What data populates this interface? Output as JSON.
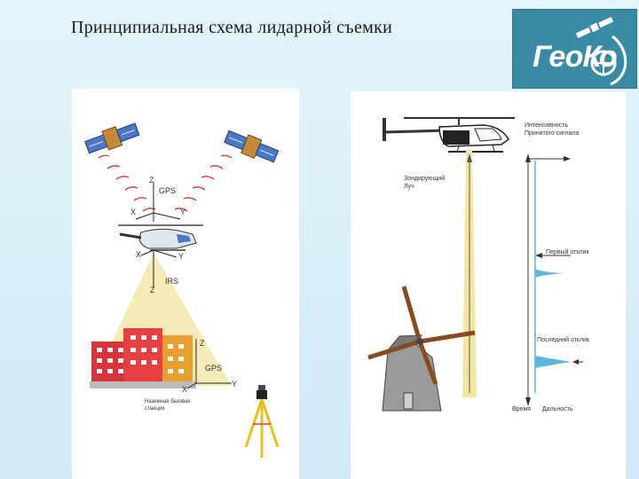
{
  "title": "Принципиальная схема  лидарной съемки",
  "logo": {
    "text": "ГеоКо",
    "icon": "satellite-globe-icon",
    "bg_color": "#3a8aa5"
  },
  "left_diagram": {
    "gps_top": "GPS",
    "axis_z1": "Z",
    "axis_x1": "X",
    "axis_y1": "Y",
    "axis_x2": "X",
    "axis_y2": "Y",
    "irs": "IRS",
    "axis_z2": "Z",
    "axis_z3": "Z",
    "gps_ground": "GPS",
    "axis_x3": "X",
    "axis_y3": "Y",
    "base_station_line1": "Наземная базовая",
    "base_station_line2": "станция",
    "beam_color": "#f5e9b0"
  },
  "right_diagram": {
    "intensity_line1": "Интенсивность",
    "intensity_line2": "Принятого сигнала",
    "probe_line1": "Зондирующий",
    "probe_line2": "Луч",
    "first_echo": "Первый отклик",
    "last_echo": "Последний отклик",
    "time": "Время",
    "range": "Дальность",
    "beam_color": "#f3e6a3",
    "signal_color": "#5fb6dc"
  }
}
